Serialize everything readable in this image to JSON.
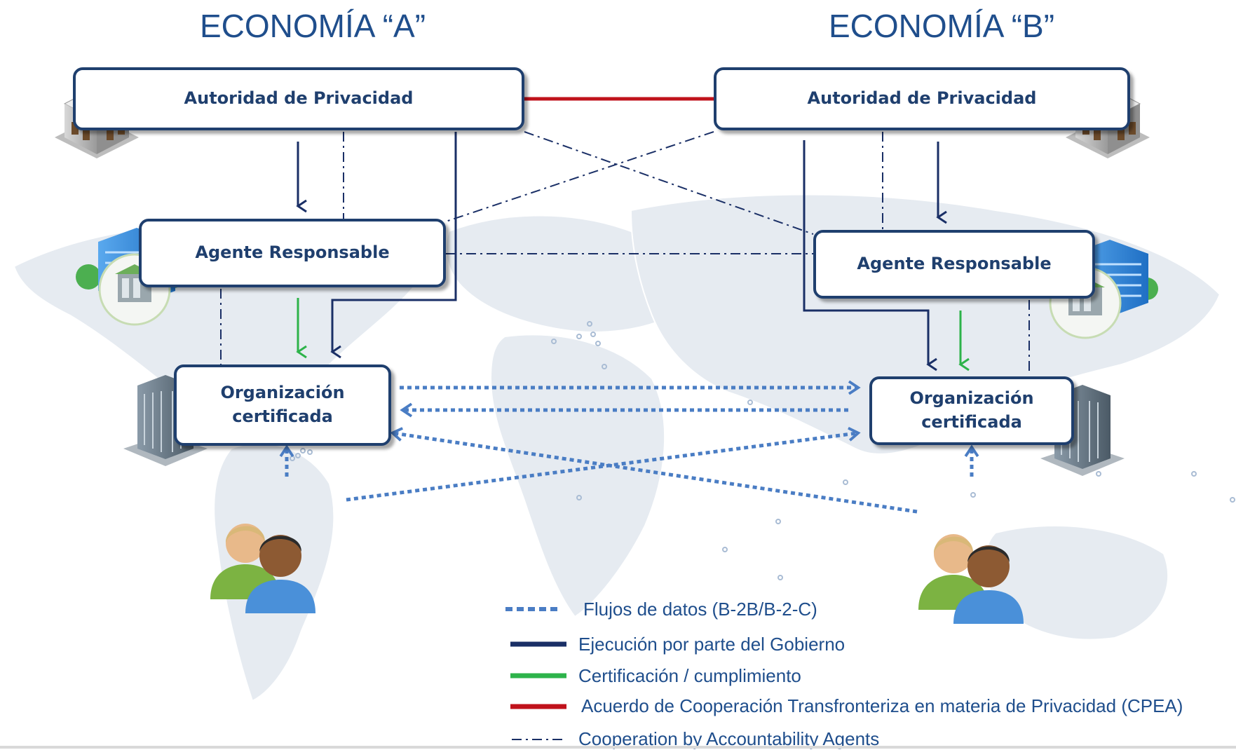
{
  "economies": {
    "a_title": "ECONOMÍA “A”",
    "b_title": "ECONOMÍA “B”"
  },
  "nodes": {
    "a_authority": "Autoridad de Privacidad",
    "b_authority": "Autoridad de Privacidad",
    "a_agent": "Agente Responsable",
    "b_agent": "Agente Responsable",
    "a_org_line1": "Organización",
    "a_org_line2": "certificada",
    "b_org_line1": "Organización",
    "b_org_line2": "certificada"
  },
  "legend": {
    "data_flows": "Flujos de datos (B-2B/B-2-C)",
    "enforcement": "Ejecución por parte del Gobierno",
    "certification": "Certificación / cumplimiento",
    "cpea": "Acuerdo de Cooperación Transfronteriza en materia de Privacidad (CPEA)",
    "cooperation": "Cooperation by Accountability Agents"
  },
  "colors": {
    "enforcement": "#1a2f66",
    "certification": "#2db34a",
    "cpea": "#c0121b",
    "data_flow": "#4a7dc4",
    "title": "#1f4e8c",
    "map": "#e6ebf1"
  },
  "icons": {
    "authority": "government-building-icon",
    "agent": "office-campus-icon",
    "organization": "server-building-icon",
    "people": "users-icon"
  }
}
